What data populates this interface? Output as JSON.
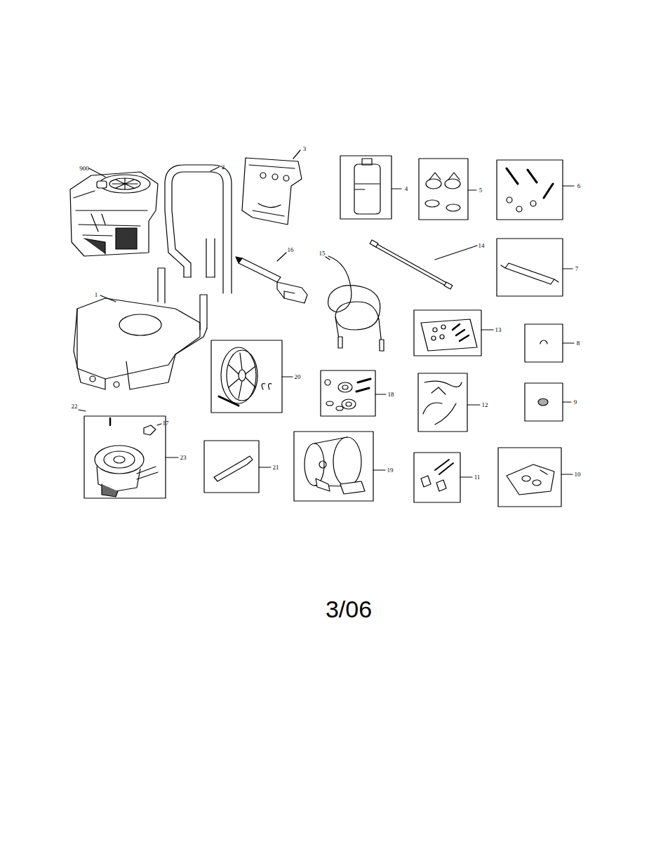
{
  "diagram": {
    "labels": [
      "900",
      "2",
      "3",
      "4",
      "5",
      "6",
      "1",
      "16",
      "15",
      "14",
      "7",
      "13",
      "8",
      "20",
      "18",
      "12",
      "9",
      "22",
      "17",
      "23",
      "21",
      "19",
      "11",
      "10",
      "3/06"
    ]
  }
}
